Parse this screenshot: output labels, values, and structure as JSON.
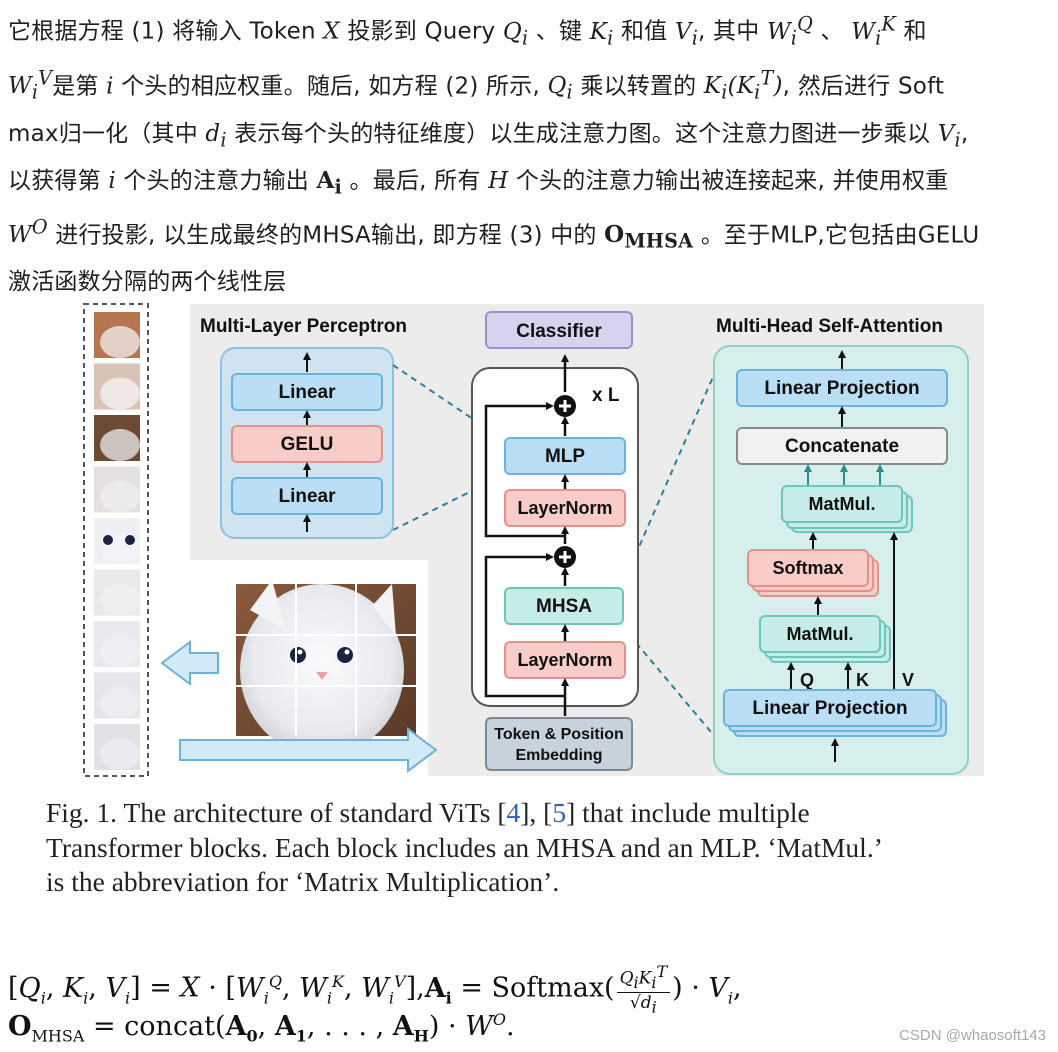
{
  "paragraph": {
    "line1": "它根据方程 (1) 将输入 Token X 投影到 Query Qi 、键 Ki 和值 Vi, 其中 WiQ 、 WiK 和",
    "line2": "WiV是第 i 个头的相应权重。随后, 如方程 (2) 所示, Qi 乘以转置的 Ki(KiT), 然后进行 Soft",
    "line3": "max归一化（其中 di 表示每个头的特征维度）以生成注意力图。这个注意力图进一步乘以 Vi,",
    "line4": "以获得第 i 个头的注意力输出 Ai 。最后, 所有 H 个头的注意力输出被连接起来, 并使用权重",
    "line5": "WO 进行投影, 以生成最终的MHSA输出, 即方程 (3) 中的 OMHSA 。至于MLP,它包括由GELU",
    "line6": "激活函数分隔的两个线性层"
  },
  "figure": {
    "mlp_panel": {
      "title": "Multi-Layer Perceptron",
      "linear_top": "Linear",
      "gelu": "GELU",
      "linear_bottom": "Linear"
    },
    "transformer_block": {
      "classifier": "Classifier",
      "repeat_label": "x L",
      "mlp": "MLP",
      "layernorm_top": "LayerNorm",
      "mhsa": "MHSA",
      "layernorm_bottom": "LayerNorm",
      "embedding_line1": "Token & Position",
      "embedding_line2": "Embedding"
    },
    "mhsa_panel": {
      "title": "Multi-Head Self-Attention",
      "linear_projection_top": "Linear Projection",
      "concatenate": "Concatenate",
      "matmul_top": "MatMul.",
      "softmax": "Softmax",
      "matmul_bottom": "MatMul.",
      "q_label": "Q",
      "k_label": "K",
      "v_label": "V",
      "linear_projection_bottom": "Linear Projection"
    },
    "colors": {
      "blue_box": "#b9def5",
      "red_box": "#f8cdc8",
      "teal_box": "#c6ece8",
      "purple_box": "#d9d2ee",
      "gray_box": "#c8d2dc",
      "panel_teal": "#d6efec",
      "panel_blue": "#cfe3f1",
      "dashed_link": "#2c7f9a",
      "arrow_blue": "#6cb3dc"
    }
  },
  "caption": {
    "line1_a": "Fig. 1.   The architecture of standard ViTs [",
    "ref1": "4",
    "line1_b": "], [",
    "ref2": "5",
    "line1_c": "] that include multiple",
    "line2": "Transformer blocks. Each block includes an MHSA and an MLP. ‘MatMul.’",
    "line3": "is the abbreviation for ‘Matrix Multiplication’."
  },
  "equations": {
    "eq1_lhs": "[Qi, Ki, Vi] = X · [WiQ, WiK, WiV],",
    "eq1_rhs": "Ai = Softmax(QiKiT/√di) · Vi,",
    "eq2": "OMHSA = concat(A0, A1, ..., AH) · WO."
  },
  "watermark": "CSDN @whaosoft143"
}
